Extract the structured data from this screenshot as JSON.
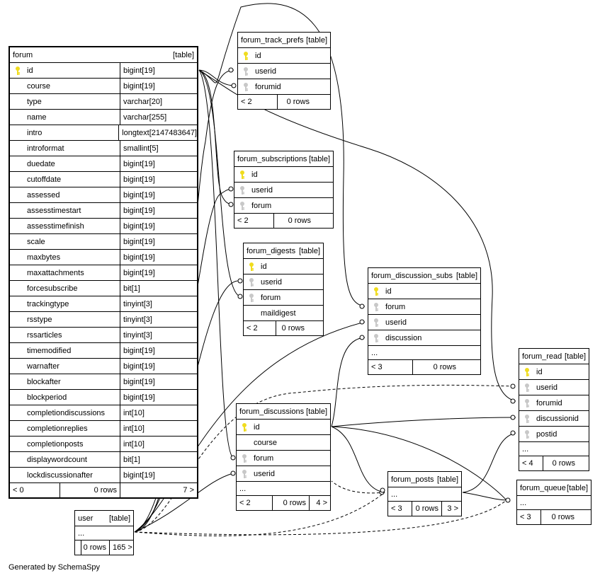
{
  "diagram": {
    "footer": "Generated by SchemaSpy",
    "tables": {
      "forum": {
        "name": "forum",
        "tag": "[table]",
        "columns": [
          {
            "name": "id",
            "type": "bigint[19]",
            "key": "pk"
          },
          {
            "name": "course",
            "type": "bigint[19]"
          },
          {
            "name": "type",
            "type": "varchar[20]"
          },
          {
            "name": "name",
            "type": "varchar[255]"
          },
          {
            "name": "intro",
            "type": "longtext[2147483647]"
          },
          {
            "name": "introformat",
            "type": "smallint[5]"
          },
          {
            "name": "duedate",
            "type": "bigint[19]"
          },
          {
            "name": "cutoffdate",
            "type": "bigint[19]"
          },
          {
            "name": "assessed",
            "type": "bigint[19]"
          },
          {
            "name": "assesstimestart",
            "type": "bigint[19]"
          },
          {
            "name": "assesstimefinish",
            "type": "bigint[19]"
          },
          {
            "name": "scale",
            "type": "bigint[19]"
          },
          {
            "name": "maxbytes",
            "type": "bigint[19]"
          },
          {
            "name": "maxattachments",
            "type": "bigint[19]"
          },
          {
            "name": "forcesubscribe",
            "type": "bit[1]"
          },
          {
            "name": "trackingtype",
            "type": "tinyint[3]"
          },
          {
            "name": "rsstype",
            "type": "tinyint[3]"
          },
          {
            "name": "rssarticles",
            "type": "tinyint[3]"
          },
          {
            "name": "timemodified",
            "type": "bigint[19]"
          },
          {
            "name": "warnafter",
            "type": "bigint[19]"
          },
          {
            "name": "blockafter",
            "type": "bigint[19]"
          },
          {
            "name": "blockperiod",
            "type": "bigint[19]"
          },
          {
            "name": "completiondiscussions",
            "type": "int[10]"
          },
          {
            "name": "completionreplies",
            "type": "int[10]"
          },
          {
            "name": "completionposts",
            "type": "int[10]"
          },
          {
            "name": "displaywordcount",
            "type": "bit[1]"
          },
          {
            "name": "lockdiscussionafter",
            "type": "bigint[19]"
          }
        ],
        "footer": [
          "< 0",
          "0 rows",
          "7 >"
        ]
      },
      "forum_track_prefs": {
        "name": "forum_track_prefs",
        "tag": "[table]",
        "columns": [
          {
            "name": "id",
            "key": "pk"
          },
          {
            "name": "userid",
            "key": "fk"
          },
          {
            "name": "forumid",
            "key": "fk"
          }
        ],
        "footer": [
          "< 2",
          "0 rows"
        ]
      },
      "forum_subscriptions": {
        "name": "forum_subscriptions",
        "tag": "[table]",
        "columns": [
          {
            "name": "id",
            "key": "pk"
          },
          {
            "name": "userid",
            "key": "fk"
          },
          {
            "name": "forum",
            "key": "fk"
          }
        ],
        "footer": [
          "< 2",
          "0 rows"
        ]
      },
      "forum_digests": {
        "name": "forum_digests",
        "tag": "[table]",
        "columns": [
          {
            "name": "id",
            "key": "pk"
          },
          {
            "name": "userid",
            "key": "fk"
          },
          {
            "name": "forum",
            "key": "fk"
          },
          {
            "name": "maildigest",
            "key": ""
          }
        ],
        "footer": [
          "< 2",
          "0 rows"
        ]
      },
      "forum_discussion_subs": {
        "name": "forum_discussion_subs",
        "tag": "[table]",
        "columns": [
          {
            "name": "id",
            "key": "pk"
          },
          {
            "name": "forum",
            "key": "fk"
          },
          {
            "name": "userid",
            "key": "fk"
          },
          {
            "name": "discussion",
            "key": "fk"
          }
        ],
        "ellipsis": "...",
        "footer": [
          "< 3",
          "0 rows"
        ]
      },
      "forum_read": {
        "name": "forum_read",
        "tag": "[table]",
        "columns": [
          {
            "name": "id",
            "key": "pk"
          },
          {
            "name": "userid",
            "key": "fk"
          },
          {
            "name": "forumid",
            "key": "fk"
          },
          {
            "name": "discussionid",
            "key": "fk"
          },
          {
            "name": "postid",
            "key": "fk"
          }
        ],
        "ellipsis": "...",
        "footer": [
          "< 4",
          "0 rows"
        ]
      },
      "forum_discussions": {
        "name": "forum_discussions",
        "tag": "[table]",
        "columns": [
          {
            "name": "id",
            "key": "pk"
          },
          {
            "name": "course",
            "key": ""
          },
          {
            "name": "forum",
            "key": "fk"
          },
          {
            "name": "userid",
            "key": "fk"
          }
        ],
        "ellipsis": "...",
        "footer": [
          "< 2",
          "0 rows",
          "4 >"
        ]
      },
      "forum_posts": {
        "name": "forum_posts",
        "tag": "[table]",
        "ellipsis": "...",
        "footer": [
          "< 3",
          "0 rows",
          "3 >"
        ]
      },
      "forum_queue": {
        "name": "forum_queue",
        "tag": "[table]",
        "ellipsis": "...",
        "footer": [
          "< 3",
          "0 rows"
        ]
      },
      "user": {
        "name": "user",
        "tag": "[table]",
        "ellipsis": "...",
        "footer": [
          "",
          "0 rows",
          "165 >"
        ]
      }
    },
    "colors": {
      "pk_key": "#f0dc1e",
      "fk_key": "#c8c8c8",
      "line": "#000000"
    }
  }
}
